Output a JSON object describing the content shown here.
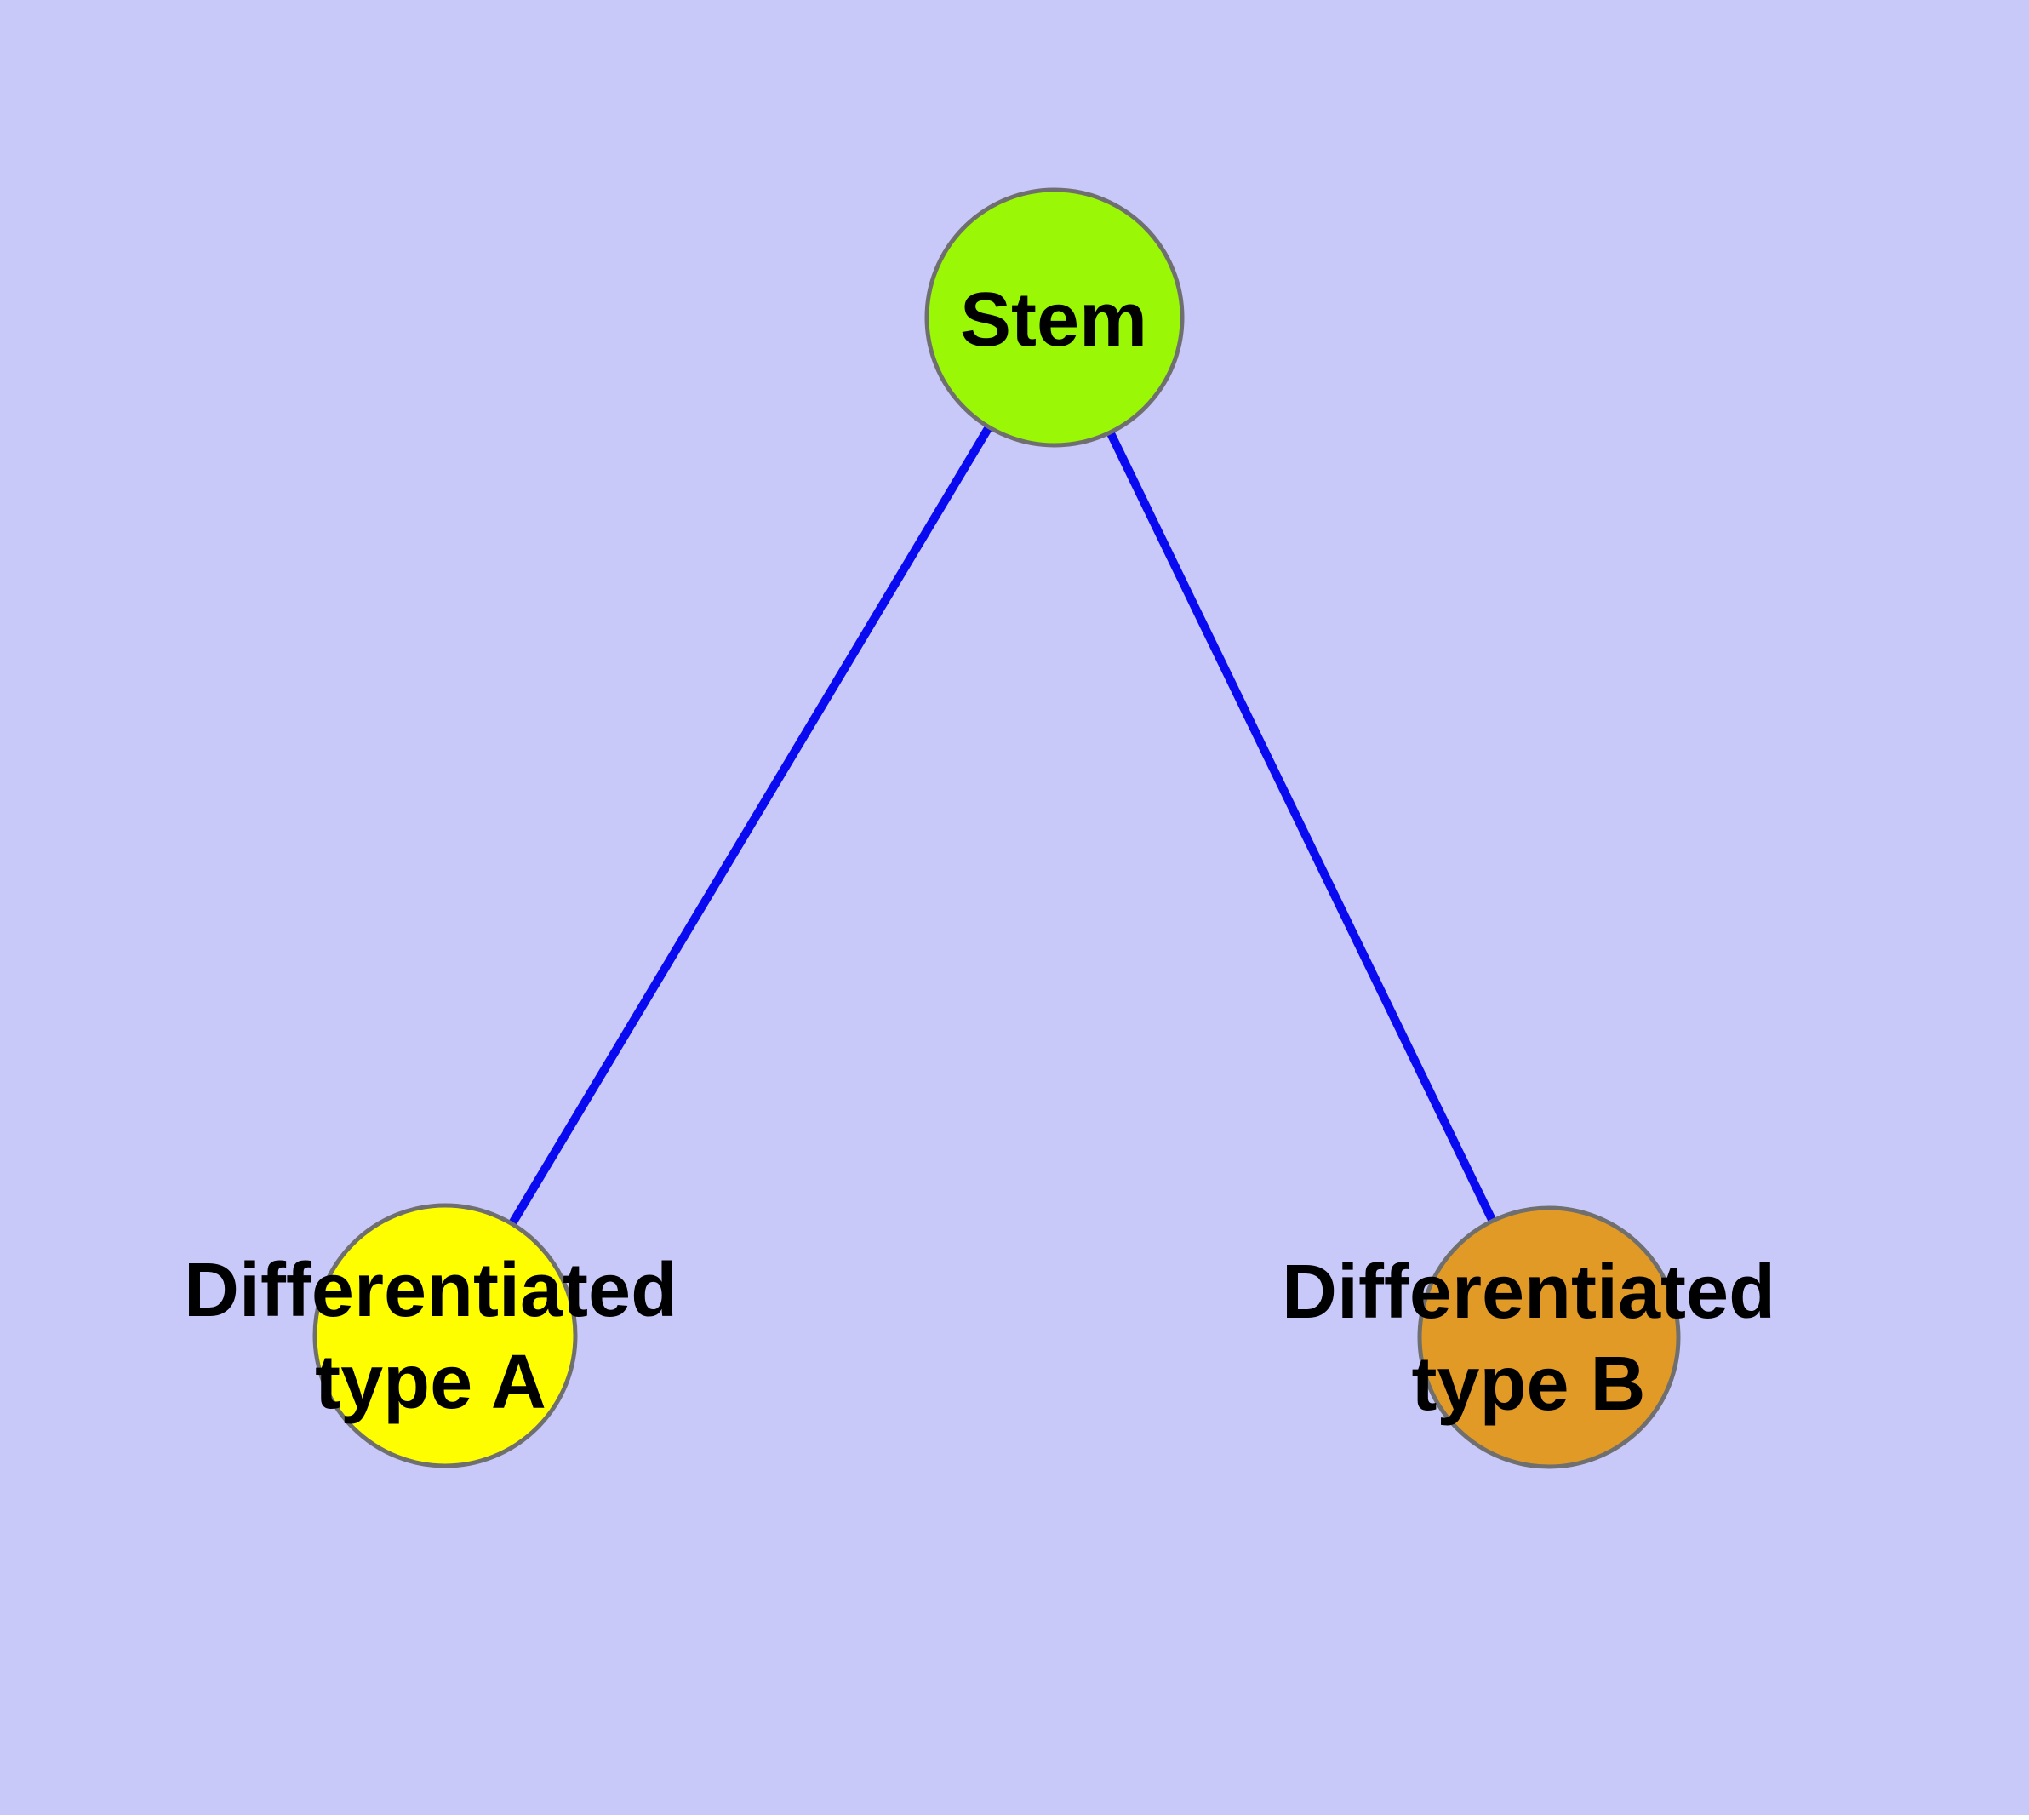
{
  "figure": {
    "type": "graph-diagram",
    "background_color": "#C9C9F9",
    "edge_color": "#0A0AF0",
    "node_border_color": "#6F6F6F",
    "label_color": "#000000",
    "nodes": [
      {
        "id": "stem",
        "label": "Stem",
        "fill_color": "#9AF705"
      },
      {
        "id": "differentiated-type-a",
        "label": "Differentiated\ntype A",
        "fill_color": "#FEFE00"
      },
      {
        "id": "differentiated-type-b",
        "label": "Differentiated\ntype B",
        "fill_color": "#E29A27"
      }
    ],
    "edges": [
      {
        "from": "stem",
        "to": "differentiated-type-a"
      },
      {
        "from": "stem",
        "to": "differentiated-type-b"
      }
    ]
  }
}
